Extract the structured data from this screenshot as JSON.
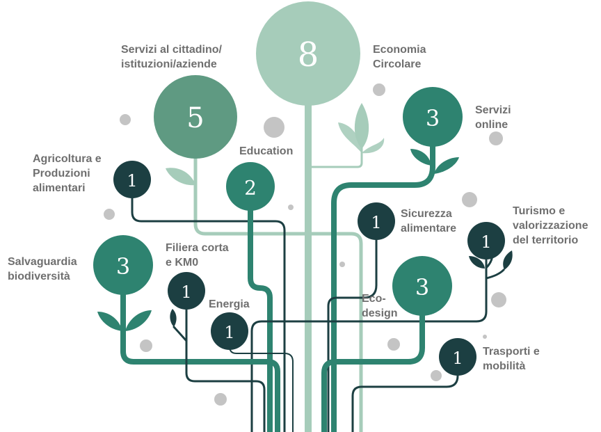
{
  "colors": {
    "dark": "#1c3f42",
    "teal": "#2e8370",
    "mid": "#5f9a82",
    "light": "#a6ccba",
    "dot": "#c4c4c4",
    "label": "#6f6f6f"
  },
  "nodes": [
    {
      "id": "economia-circolare",
      "number": "8",
      "label": [
        "Economia",
        "Circolare"
      ]
    },
    {
      "id": "servizi-cittadino",
      "number": "5",
      "label": [
        "Servizi al cittadino/",
        "istituzioni/aziende"
      ]
    },
    {
      "id": "servizi-online",
      "number": "3",
      "label": [
        "Servizi",
        "online"
      ]
    },
    {
      "id": "agricoltura",
      "number": "1",
      "label": [
        "Agricoltura e",
        "Produzioni",
        "alimentari"
      ]
    },
    {
      "id": "education",
      "number": "2",
      "label": [
        "Education"
      ]
    },
    {
      "id": "sicurezza-alimentare",
      "number": "1",
      "label": [
        "Sicurezza",
        "alimentare"
      ]
    },
    {
      "id": "turismo",
      "number": "1",
      "label": [
        "Turismo e",
        "valorizzazione",
        "del territorio"
      ]
    },
    {
      "id": "salvaguardia",
      "number": "3",
      "label": [
        "Salvaguardia",
        "biodiversità"
      ]
    },
    {
      "id": "filiera-corta",
      "number": "1",
      "label": [
        "Filiera corta",
        "e KM0"
      ]
    },
    {
      "id": "energia",
      "number": "1",
      "label": [
        "Energia"
      ]
    },
    {
      "id": "eco-design",
      "number": "3",
      "label": [
        "Eco-",
        "design"
      ]
    },
    {
      "id": "trasporti",
      "number": "1",
      "label": [
        "Trasporti e",
        "mobilità"
      ]
    }
  ]
}
